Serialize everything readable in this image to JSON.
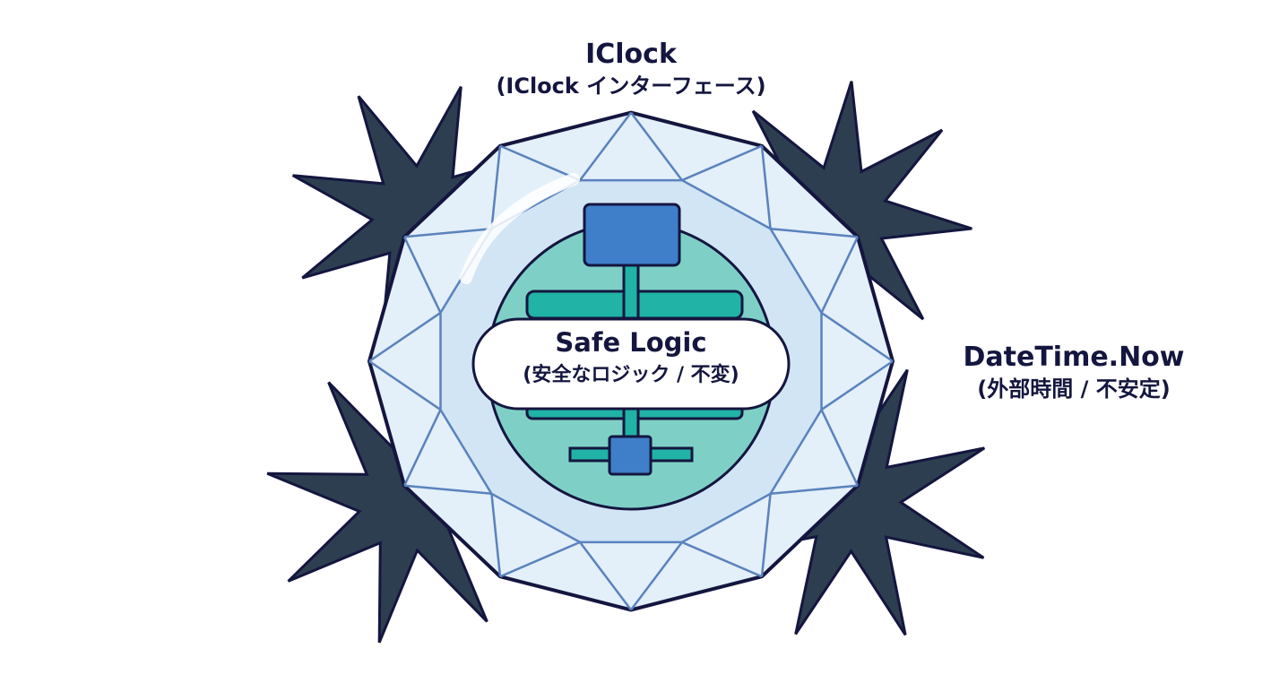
{
  "interface_label": {
    "title": "IClock",
    "subtitle": "(IClock インターフェース)"
  },
  "external_label": {
    "title": "DateTime.Now",
    "subtitle": "(外部時間 / 不安定)"
  },
  "core_label": {
    "title": "Safe Logic",
    "subtitle": "(安全なロジック / 不変)"
  },
  "colors": {
    "ink": "#14163f",
    "spike_fill": "#2c3e50",
    "crystal_fill": "#e3eff9",
    "crystal_stroke": "#5a82bd",
    "core_fill": "#7ed0c6",
    "circuit_teal": "#20b3a6",
    "node_blue": "#3f7ec9"
  }
}
